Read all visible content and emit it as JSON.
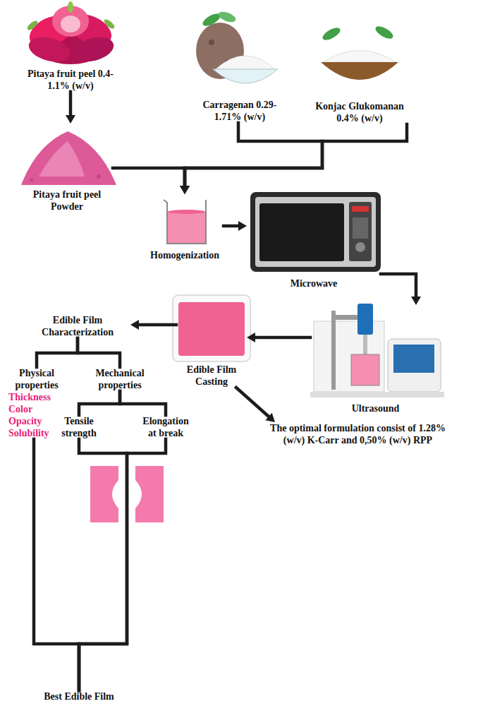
{
  "diagram": {
    "nodes": [
      {
        "text": [
          "Pitaya fruit peel 0.4-1.1% (w/v)"
        ]
      },
      {
        "text": [
          "Carragenan 0.29-1.71% (w/v)"
        ]
      },
      {
        "text": [
          "Konjac Glukomanan 0.4% (w/v)"
        ]
      },
      {
        "text": [
          "Pitaya fruit peel Powder"
        ]
      },
      {
        "text": [
          "Homogenization"
        ]
      },
      {
        "text": [
          "Microwave"
        ]
      },
      {
        "text": [
          "Ultrasound"
        ]
      },
      {
        "text": [
          "Edible Film Casting"
        ]
      },
      {
        "text": [
          "Edible Film Characterization"
        ]
      },
      {
        "text": [
          "The optimal formulation consist of 1.28% (w/v) K-Carr and 0,50% (w/v) RPP"
        ]
      },
      {
        "text": [
          "Physical properties",
          "Thickness Color Opacity Solubility"
        ]
      },
      {
        "text": [
          "Mechanical properties"
        ]
      },
      {
        "text": [
          "Tensile strength"
        ]
      },
      {
        "text": [
          "Elongation at break"
        ]
      },
      {
        "text": [
          "Best Edible Film"
        ]
      }
    ],
    "edges": [
      {
        "from": 0,
        "to": 3,
        "arrow": "to"
      },
      {
        "from": 1,
        "to": 4,
        "arrow": "to"
      },
      {
        "from": 2,
        "to": 4,
        "arrow": "to"
      },
      {
        "from": 3,
        "to": 4,
        "arrow": "to"
      },
      {
        "from": 4,
        "to": 5,
        "arrow": "to"
      },
      {
        "from": 5,
        "to": 6,
        "arrow": "to"
      },
      {
        "from": 6,
        "to": 7,
        "arrow": "to"
      },
      {
        "from": 7,
        "to": 8,
        "arrow": "to"
      },
      {
        "from": 7,
        "to": 9,
        "arrow": "to"
      },
      {
        "from": 8,
        "to": 10,
        "arrow": "none"
      },
      {
        "from": 8,
        "to": 11,
        "arrow": "none"
      },
      {
        "from": 11,
        "to": 12,
        "arrow": "none"
      },
      {
        "from": 11,
        "to": 13,
        "arrow": "none"
      },
      {
        "from": 10,
        "to": 14,
        "arrow": "none"
      },
      {
        "from": 12,
        "to": 14,
        "arrow": "none"
      },
      {
        "from": 13,
        "to": 14,
        "arrow": "none"
      }
    ]
  }
}
